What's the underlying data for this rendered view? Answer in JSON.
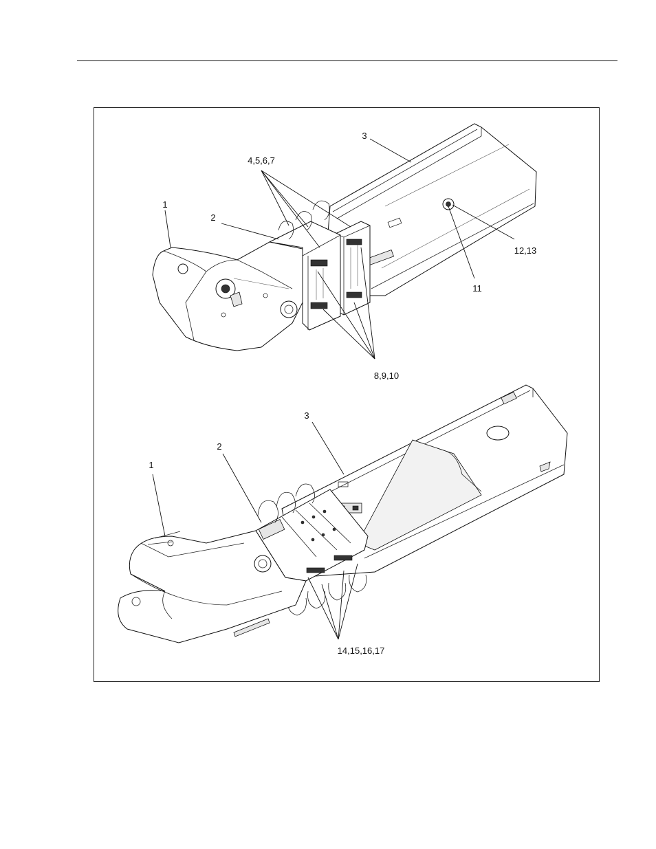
{
  "callouts": {
    "top": {
      "c1": "1",
      "c2": "2",
      "c3": "3",
      "c4": "4,5,6,7",
      "c8": "8,9,10",
      "c11": "11",
      "c12": "12,13"
    },
    "bottom": {
      "c1": "1",
      "c2": "2",
      "c3": "3",
      "c14": "14,15,16,17"
    }
  }
}
